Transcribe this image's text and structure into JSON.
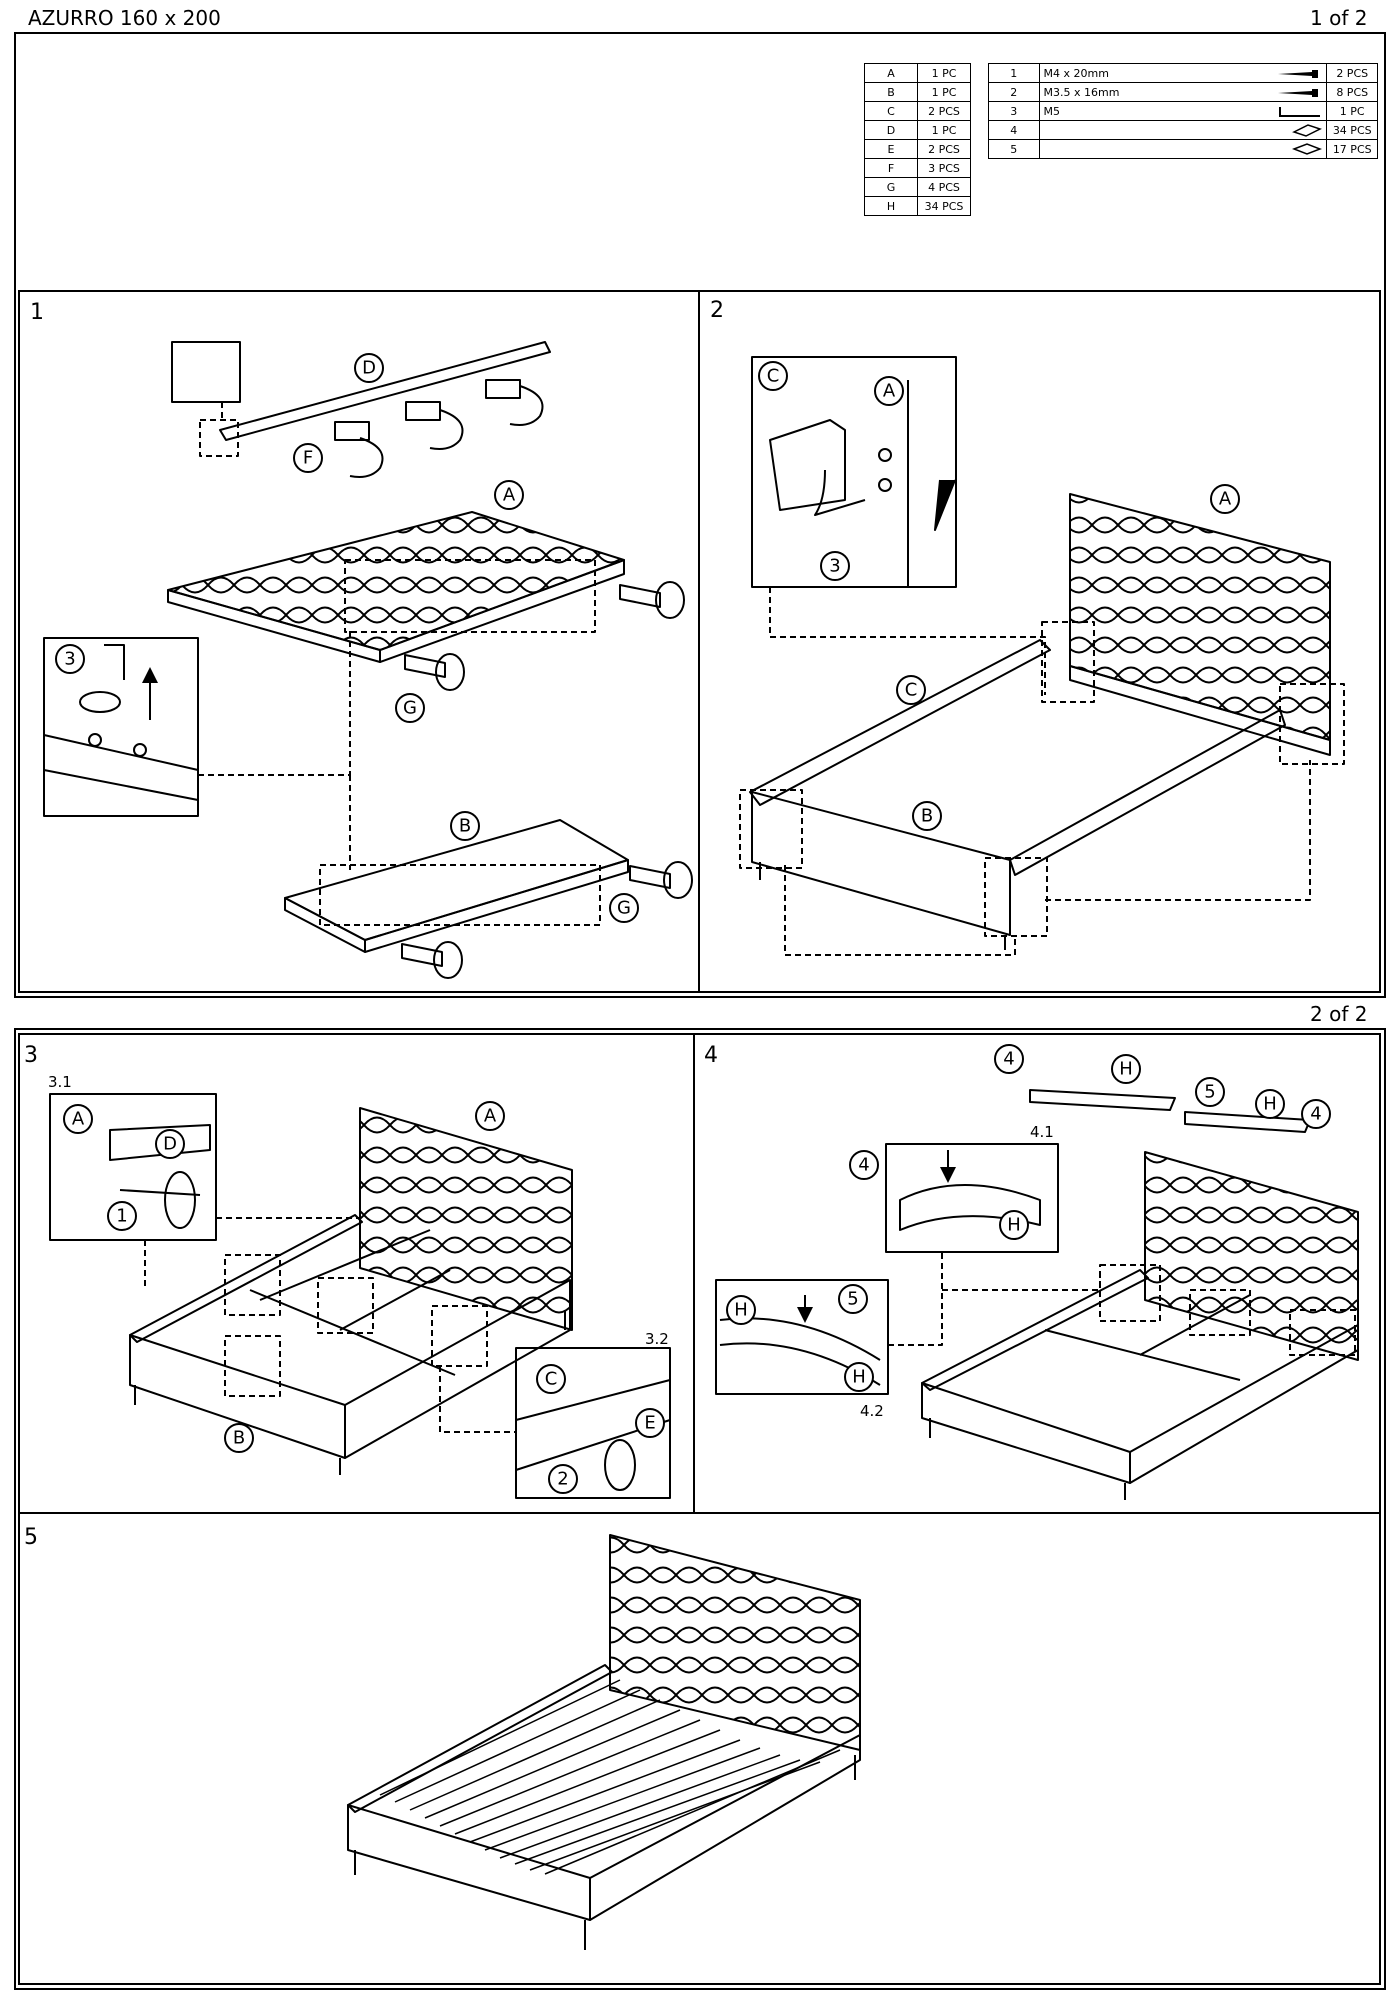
{
  "header": {
    "title": "AZURRO 160 x 200",
    "page1": "1 of 2",
    "page2": "2 of 2"
  },
  "parts_letters": [
    {
      "id": "A",
      "qty": "1 PC"
    },
    {
      "id": "B",
      "qty": "1 PC"
    },
    {
      "id": "C",
      "qty": "2 PCS"
    },
    {
      "id": "D",
      "qty": "1 PC"
    },
    {
      "id": "E",
      "qty": "2 PCS"
    },
    {
      "id": "F",
      "qty": "3 PCS"
    },
    {
      "id": "G",
      "qty": "4 PCS"
    },
    {
      "id": "H",
      "qty": "34 PCS"
    }
  ],
  "parts_hardware": [
    {
      "id": "1",
      "desc": "M4 x 20mm",
      "icon": "screw-icon",
      "qty": "2 PCS"
    },
    {
      "id": "2",
      "desc": "M3.5 x 16mm",
      "icon": "screw-icon",
      "qty": "8 PCS"
    },
    {
      "id": "3",
      "desc": "M5",
      "icon": "allen-key-icon",
      "qty": "1 PC"
    },
    {
      "id": "4",
      "desc": "",
      "icon": "slat-cap-icon",
      "qty": "34 PCS"
    },
    {
      "id": "5",
      "desc": "",
      "icon": "slat-connector-icon",
      "qty": "17 PCS"
    }
  ],
  "steps": {
    "s1": "1",
    "s2": "2",
    "s3": "3",
    "s4": "4",
    "s5": "5"
  },
  "substeps": {
    "s31": "3.1",
    "s32": "3.2",
    "s41": "4.1",
    "s42": "4.2"
  },
  "callouts": {
    "A": "A",
    "B": "B",
    "C": "C",
    "D": "D",
    "E": "E",
    "F": "F",
    "G": "G",
    "H": "H",
    "n1": "1",
    "n2": "2",
    "n3": "3",
    "n4": "4",
    "n5": "5"
  }
}
